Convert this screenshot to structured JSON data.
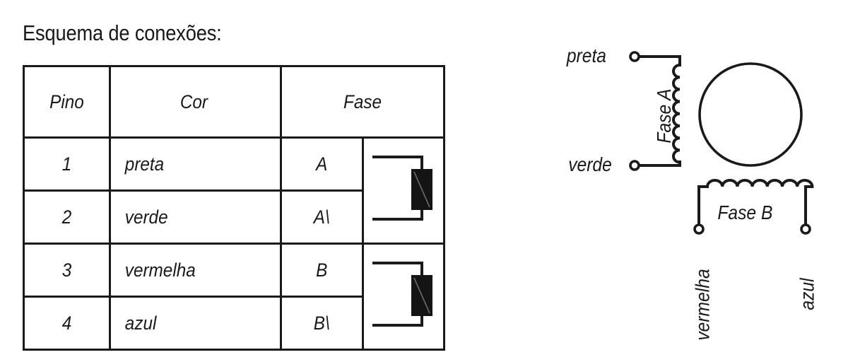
{
  "title": "Esquema de conexões:",
  "table": {
    "headers": [
      "Pino",
      "Cor",
      "Fase"
    ],
    "rows": [
      {
        "pino": "1",
        "cor": "preta",
        "fase": "A"
      },
      {
        "pino": "2",
        "cor": "verde",
        "fase": "A\\"
      },
      {
        "pino": "3",
        "cor": "vermelha",
        "fase": "B"
      },
      {
        "pino": "4",
        "cor": "azul",
        "fase": "B\\"
      }
    ],
    "symbols": [
      {
        "name": "coil-symbol-phase-a",
        "rows": [
          "1",
          "2"
        ]
      },
      {
        "name": "coil-symbol-phase-b",
        "rows": [
          "3",
          "4"
        ]
      }
    ]
  },
  "diagram": {
    "phase_a": {
      "label": "Fase A",
      "terminals": [
        {
          "label": "preta",
          "pin": "1"
        },
        {
          "label": "verde",
          "pin": "2"
        }
      ],
      "coil_turns": 8,
      "orientation": "vertical"
    },
    "phase_b": {
      "label": "Fase B",
      "terminals": [
        {
          "label": "vermelha",
          "pin": "3"
        },
        {
          "label": "azul",
          "pin": "4"
        }
      ],
      "coil_turns": 7,
      "orientation": "horizontal"
    },
    "rotor": {
      "name": "rotor-circle"
    }
  },
  "colors": {
    "ink": "#1a1a1a",
    "background": "#ffffff",
    "coil_fill": "#141414"
  }
}
